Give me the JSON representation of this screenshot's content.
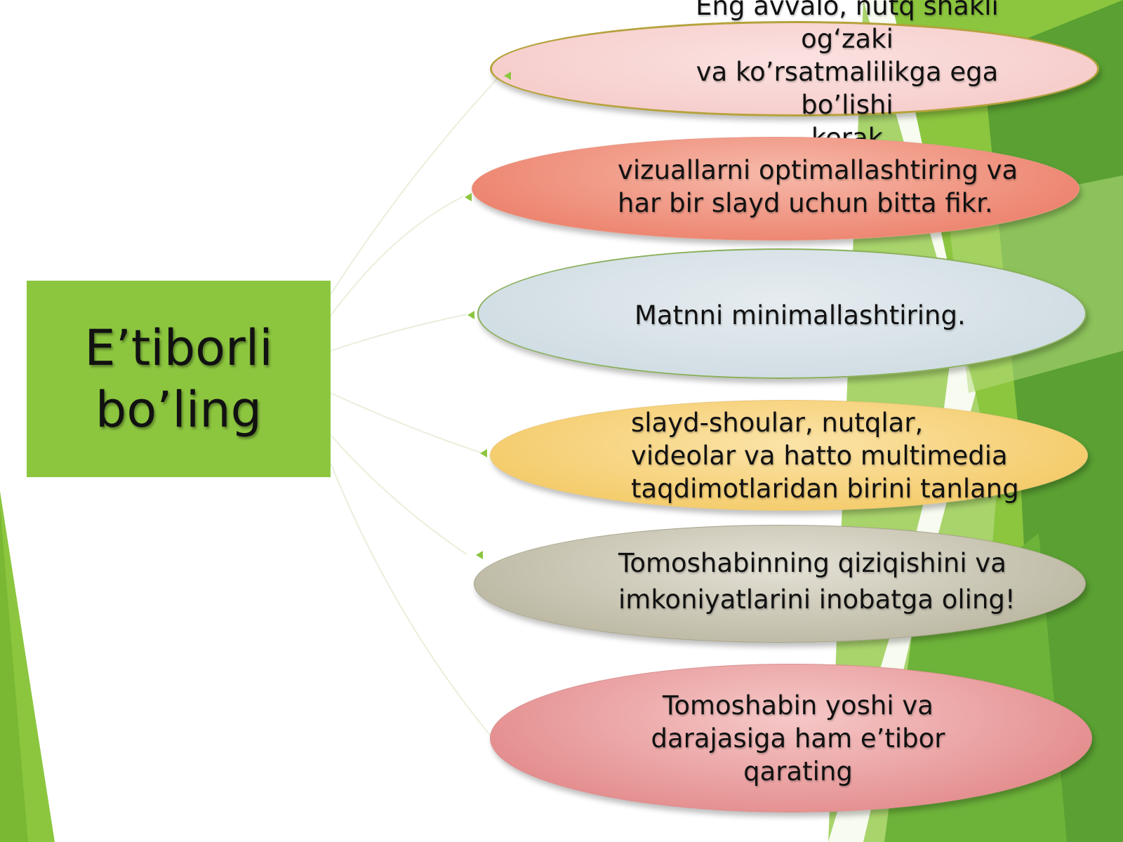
{
  "main": {
    "title_line1": "E’tiborli",
    "title_line2": "bo’ling"
  },
  "items": [
    {
      "lines": [
        "Eng avvalo, nutq shakli og‘zaki",
        "va ko’rsatmalilikga ega bo’lishi",
        "kerak"
      ]
    },
    {
      "lines": [
        "vizuallarni optimallashtiring va",
        "har bir slayd uchun bitta fikr."
      ]
    },
    {
      "lines": [
        "Matnni minimallashtiring."
      ]
    },
    {
      "lines": [
        "slayd-shoular, nutqlar,",
        "videolar va hatto multimedia",
        "taqdimotlaridan birini tanlang"
      ]
    },
    {
      "lines": [
        "Tomoshabinning qiziqishini va",
        "imkoniyatlarini inobatga oling!"
      ]
    },
    {
      "lines": [
        "Tomoshabin yoshi va",
        "darajasiga ham e’tibor",
        "qarating"
      ]
    }
  ],
  "colors": {
    "accent_green": "#8cc63f",
    "dark_green": "#4e9a2a",
    "item1": "#f4c6c4",
    "item2": "#e9735d",
    "item3": "#c9d8df",
    "item4": "#f2c457",
    "item5": "#b0ac94",
    "item6": "#de7b7c"
  }
}
